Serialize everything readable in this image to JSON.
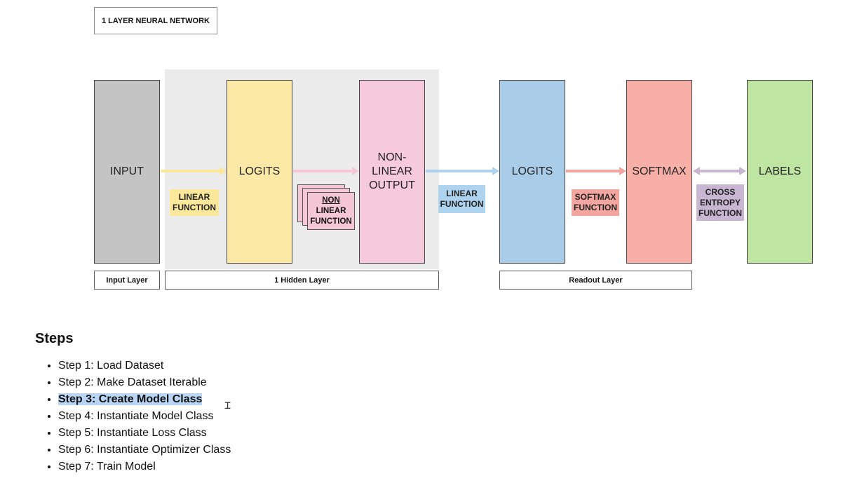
{
  "diagram": {
    "title": "1 LAYER NEURAL NETWORK",
    "blocks": {
      "input": "INPUT",
      "logits1": "LOGITS",
      "nonlinear_output": [
        "NON-",
        "LINEAR",
        "OUTPUT"
      ],
      "logits2": "LOGITS",
      "softmax": "SOFTMAX",
      "labels": "LABELS"
    },
    "edge_labels": {
      "linear1": [
        "LINEAR",
        "FUNCTION"
      ],
      "nonlinear": [
        "NON",
        "LINEAR",
        "FUNCTION"
      ],
      "linear2": [
        "LINEAR",
        "FUNCTION"
      ],
      "softmax_fn": [
        "SOFTMAX",
        "FUNCTION"
      ],
      "cross_entropy": [
        "CROSS",
        "ENTROPY",
        "FUNCTION"
      ]
    },
    "layers": {
      "input": "Input Layer",
      "hidden": "1 Hidden Layer",
      "readout": "Readout Layer"
    },
    "colors": {
      "input": "#c4c4c4",
      "logits1": "#fde9a6",
      "nonlinear": "#f6cadb",
      "logits2": "#a9cde9",
      "softmax": "#f7afa7",
      "labels": "#bfe5a3",
      "hidden_bg": "#ececec",
      "arrow_yellow": "#fbe89a",
      "arrow_pink": "#f4c6d6",
      "arrow_blue": "#aed3ee",
      "arrow_red": "#f3a6a0",
      "arrow_purple": "#c9b6d3"
    }
  },
  "steps": {
    "heading": "Steps",
    "items": [
      "Step 1: Load Dataset",
      "Step 2: Make Dataset Iterable",
      "Step 3: Create Model Class",
      "Step 4: Instantiate Model Class",
      "Step 5: Instantiate Loss Class",
      "Step 6: Instantiate Optimizer Class",
      "Step 7: Train Model"
    ],
    "highlighted_index": 2
  }
}
